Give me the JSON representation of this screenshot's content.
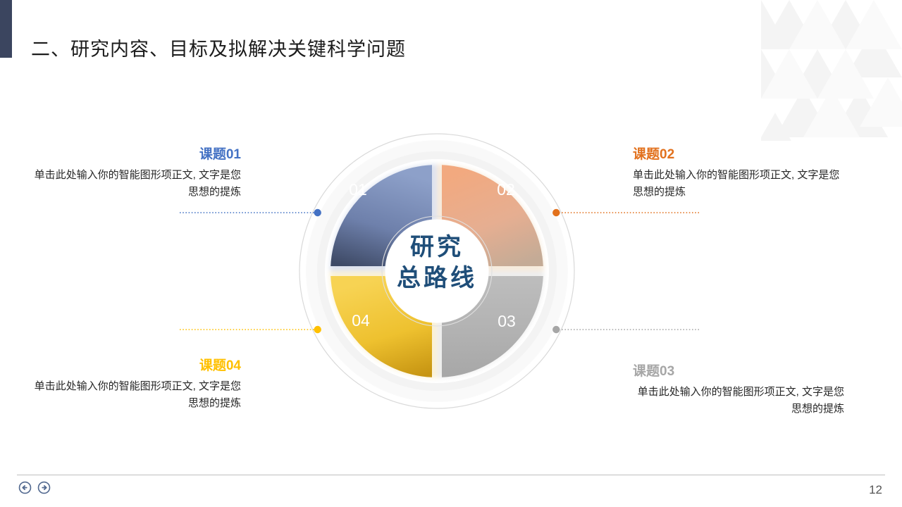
{
  "slide": {
    "title": "二、研究内容、目标及拟解决关键科学问题",
    "page_number": "12",
    "accent_color": "#3b455f"
  },
  "center": {
    "line1": "研究",
    "line2": "总路线",
    "color": "#1f4e79"
  },
  "chart_data": {
    "type": "pie",
    "title": "研究总路线",
    "categories": [
      "01",
      "02",
      "03",
      "04"
    ],
    "values": [
      25,
      25,
      25,
      25
    ],
    "labels": [
      "课题01",
      "课题02",
      "课题03",
      "课题04"
    ],
    "colors": [
      "#7a8fba",
      "#eda47c",
      "#b3b3b3",
      "#f2c33c"
    ],
    "legend": "none",
    "grid": false
  },
  "segments": [
    {
      "number": "01",
      "color_start": "#8497c4",
      "color_end": "#414e6b",
      "dot_color": "#4472c4"
    },
    {
      "number": "02",
      "color_start": "#f0a882",
      "color_end": "#c6ab94",
      "dot_color": "#e2711d"
    },
    {
      "number": "03",
      "color_start": "#bfbfbf",
      "color_end": "#a6a6a6",
      "dot_color": "#a6a6a6"
    },
    {
      "number": "04",
      "color_start": "#f5d04e",
      "color_end": "#ca9a15",
      "dot_color": "#ffc000"
    }
  ],
  "callouts": [
    {
      "id": "01",
      "title": "课题01",
      "title_color": "#4472c4",
      "body": "单击此处输入你的智能图形项正文, 文字是您思想的提炼"
    },
    {
      "id": "02",
      "title": "课题02",
      "title_color": "#e2711d",
      "body": "单击此处输入你的智能图形项正文, 文字是您思想的提炼"
    },
    {
      "id": "03",
      "title": "课题03",
      "title_color": "#a6a6a6",
      "body": "单击此处输入你的智能图形项正文, 文字是您思想的提炼"
    },
    {
      "id": "04",
      "title": "课题04",
      "title_color": "#ffc000",
      "body": "单击此处输入你的智能图形项正文, 文字是您思想的提炼"
    }
  ],
  "footer": {
    "back_icon": "arrow-left-circle-icon",
    "forward_icon": "arrow-right-circle-icon"
  }
}
